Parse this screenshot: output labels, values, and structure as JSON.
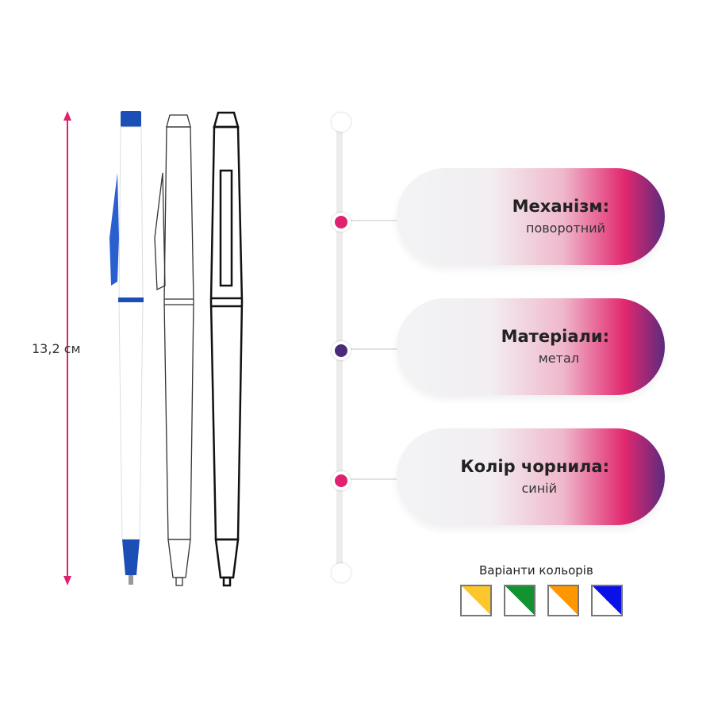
{
  "dimension": {
    "label": "13,2 см"
  },
  "features": [
    {
      "title": "Механізм:",
      "value": "поворотний",
      "dot_color": "#e0226e"
    },
    {
      "title": "Матеріали:",
      "value": "метал",
      "dot_color": "#4a2a7a"
    },
    {
      "title": "Колір чорнила:",
      "value": "синій",
      "dot_color": "#e0226e"
    }
  ],
  "colors": {
    "title": "Варіанти кольорів",
    "swatches": [
      "#fcc72c",
      "#119330",
      "#ff9800",
      "#0a10e8"
    ]
  },
  "accent": "#e0226e"
}
